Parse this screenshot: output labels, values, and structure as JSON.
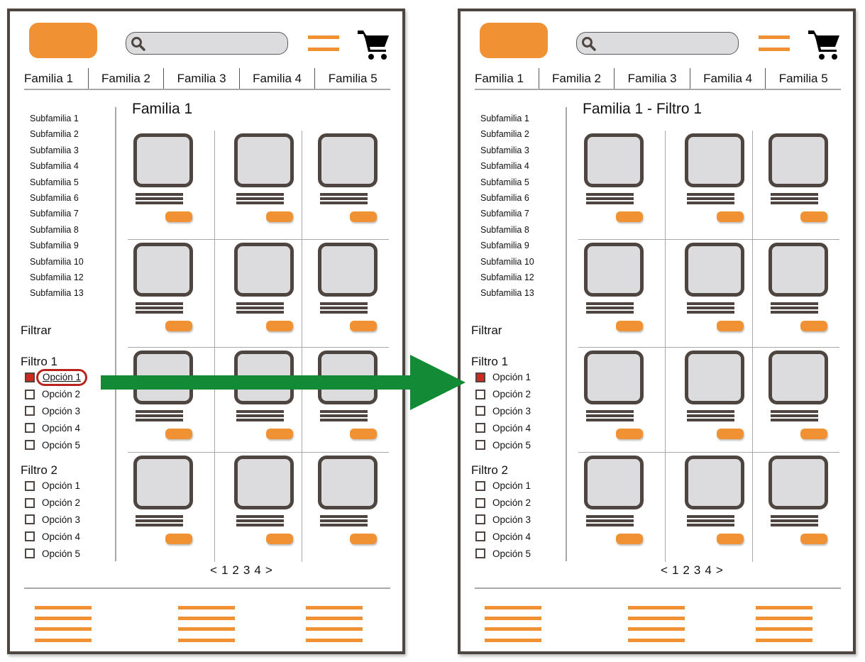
{
  "colors": {
    "frame_border": "#4e4541",
    "accent_orange": "#f09233",
    "placeholder_gray": "#dcdcde",
    "divider_gray": "#a8a8a8",
    "checked_red": "#d0281f",
    "highlight_red": "#b8251d",
    "arrow_green": "#138a35"
  },
  "left_screen": {
    "header": {
      "logo_icon": "logo-placeholder",
      "search_icon": "search-icon",
      "menu_icon": "hamburger-menu-icon",
      "cart_icon": "shopping-cart-icon"
    },
    "nav_tabs": [
      "Familia 1",
      "Familia 2",
      "Familia 3",
      "Familia 4",
      "Familia 5"
    ],
    "subfamilies": [
      "Subfamilia 1",
      "Subfamilia 2",
      "Subfamilia 3",
      "Subfamilia 4",
      "Subfamilia 5",
      "Subfamilia 6",
      "Subfamilia 7",
      "Subfamilia 8",
      "Subfamilia 9",
      "Subfamilia 10",
      "Subfamilia 12",
      "Subfamilia 13"
    ],
    "filter_heading": "Filtrar",
    "filters": [
      {
        "title": "Filtro 1",
        "options": [
          {
            "label": "Opción 1",
            "checked": true,
            "highlighted": true
          },
          {
            "label": "Opción 2",
            "checked": false
          },
          {
            "label": "Opción 3",
            "checked": false
          },
          {
            "label": "Opción 4",
            "checked": false
          },
          {
            "label": "Opción 5",
            "checked": false
          }
        ]
      },
      {
        "title": "Filtro 2",
        "options": [
          {
            "label": "Opción 1",
            "checked": false
          },
          {
            "label": "Opción 2",
            "checked": false
          },
          {
            "label": "Opción 3",
            "checked": false
          },
          {
            "label": "Opción 4",
            "checked": false
          },
          {
            "label": "Opción 5",
            "checked": false
          }
        ]
      }
    ],
    "page_title": "Familia 1",
    "product_grid": {
      "rows": 4,
      "columns": 3
    },
    "pagination": {
      "prev": "<",
      "pages": [
        "1",
        "2",
        "3",
        "4"
      ],
      "next": ">"
    }
  },
  "right_screen": {
    "header": {
      "logo_icon": "logo-placeholder",
      "search_icon": "search-icon",
      "menu_icon": "hamburger-menu-icon",
      "cart_icon": "shopping-cart-icon"
    },
    "nav_tabs": [
      "Familia 1",
      "Familia 2",
      "Familia 3",
      "Familia 4",
      "Familia 5"
    ],
    "subfamilies": [
      "Subfamilia 1",
      "Subfamilia 2",
      "Subfamilia 3",
      "Subfamilia 4",
      "Subfamilia 5",
      "Subfamilia 6",
      "Subfamilia 7",
      "Subfamilia 8",
      "Subfamilia 9",
      "Subfamilia 10",
      "Subfamilia 12",
      "Subfamilia 13"
    ],
    "filter_heading": "Filtrar",
    "filters": [
      {
        "title": "Filtro 1",
        "options": [
          {
            "label": "Opción 1",
            "checked": true
          },
          {
            "label": "Opción 2",
            "checked": false
          },
          {
            "label": "Opción 3",
            "checked": false
          },
          {
            "label": "Opción 4",
            "checked": false
          },
          {
            "label": "Opción 5",
            "checked": false
          }
        ]
      },
      {
        "title": "Filtro 2",
        "options": [
          {
            "label": "Opción 1",
            "checked": false
          },
          {
            "label": "Opción 2",
            "checked": false
          },
          {
            "label": "Opción 3",
            "checked": false
          },
          {
            "label": "Opción 4",
            "checked": false
          },
          {
            "label": "Opción 5",
            "checked": false
          }
        ]
      }
    ],
    "page_title": "Familia 1 - Filtro 1",
    "product_grid": {
      "rows": 4,
      "columns": 3
    },
    "pagination": {
      "prev": "<",
      "pages": [
        "1",
        "2",
        "3",
        "4"
      ],
      "next": ">"
    }
  },
  "transition_arrow": {
    "icon": "right-arrow-icon",
    "direction": "left-to-right"
  }
}
